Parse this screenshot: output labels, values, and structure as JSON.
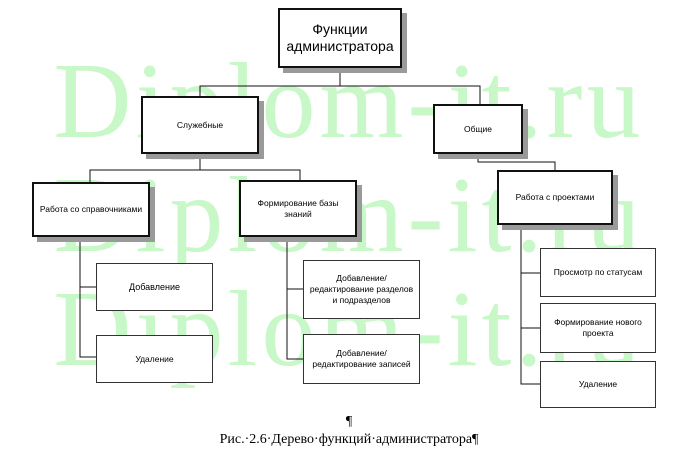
{
  "watermark": "Diplom-it.ru",
  "root": "Функции администратора",
  "branch_service": "Служебные",
  "branch_general": "Общие",
  "reference_work": "Работа со справочниками",
  "knowledge_base": "Формирование базы знаний",
  "projects_work": "Работа с проектами",
  "ref_add": "Добавление",
  "ref_delete": "Удаление",
  "kb_edit_sections": "Добавление/ редактирование разделов и подразделов",
  "kb_edit_records": "Добавление/ редактирование записей",
  "proj_view_status": "Просмотр по статусам",
  "proj_new": "Формирование нового проекта",
  "proj_delete": "Удаление",
  "pilcrow": "¶",
  "caption": "Рис.·2.6·Дерево·функций·администратора¶"
}
